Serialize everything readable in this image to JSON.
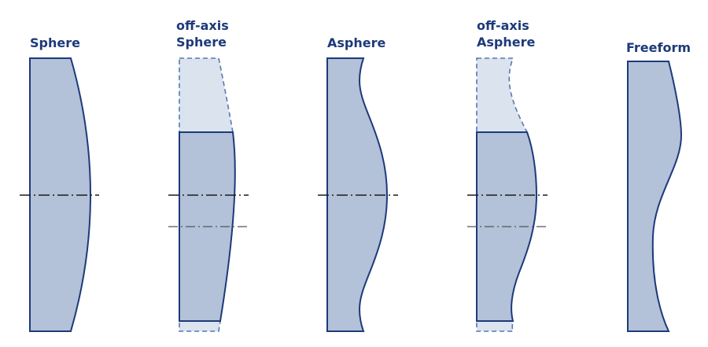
{
  "diagram": {
    "labels": {
      "sphere": "Sphere",
      "off_axis_sphere_line1": "off-axis",
      "off_axis_sphere_line2": "Sphere",
      "asphere": "Asphere",
      "off_axis_asphere_line1": "off-axis",
      "off_axis_asphere_line2": "Asphere",
      "freeform": "Freeform"
    },
    "colors": {
      "solid_fill": "#b3c1d9",
      "outline": "#1d3a7a",
      "ghost_fill": "#dbe3ee",
      "ghost_outline": "#5778b0",
      "axis": "#1c1c1c",
      "text": "#1d3a7a"
    }
  }
}
